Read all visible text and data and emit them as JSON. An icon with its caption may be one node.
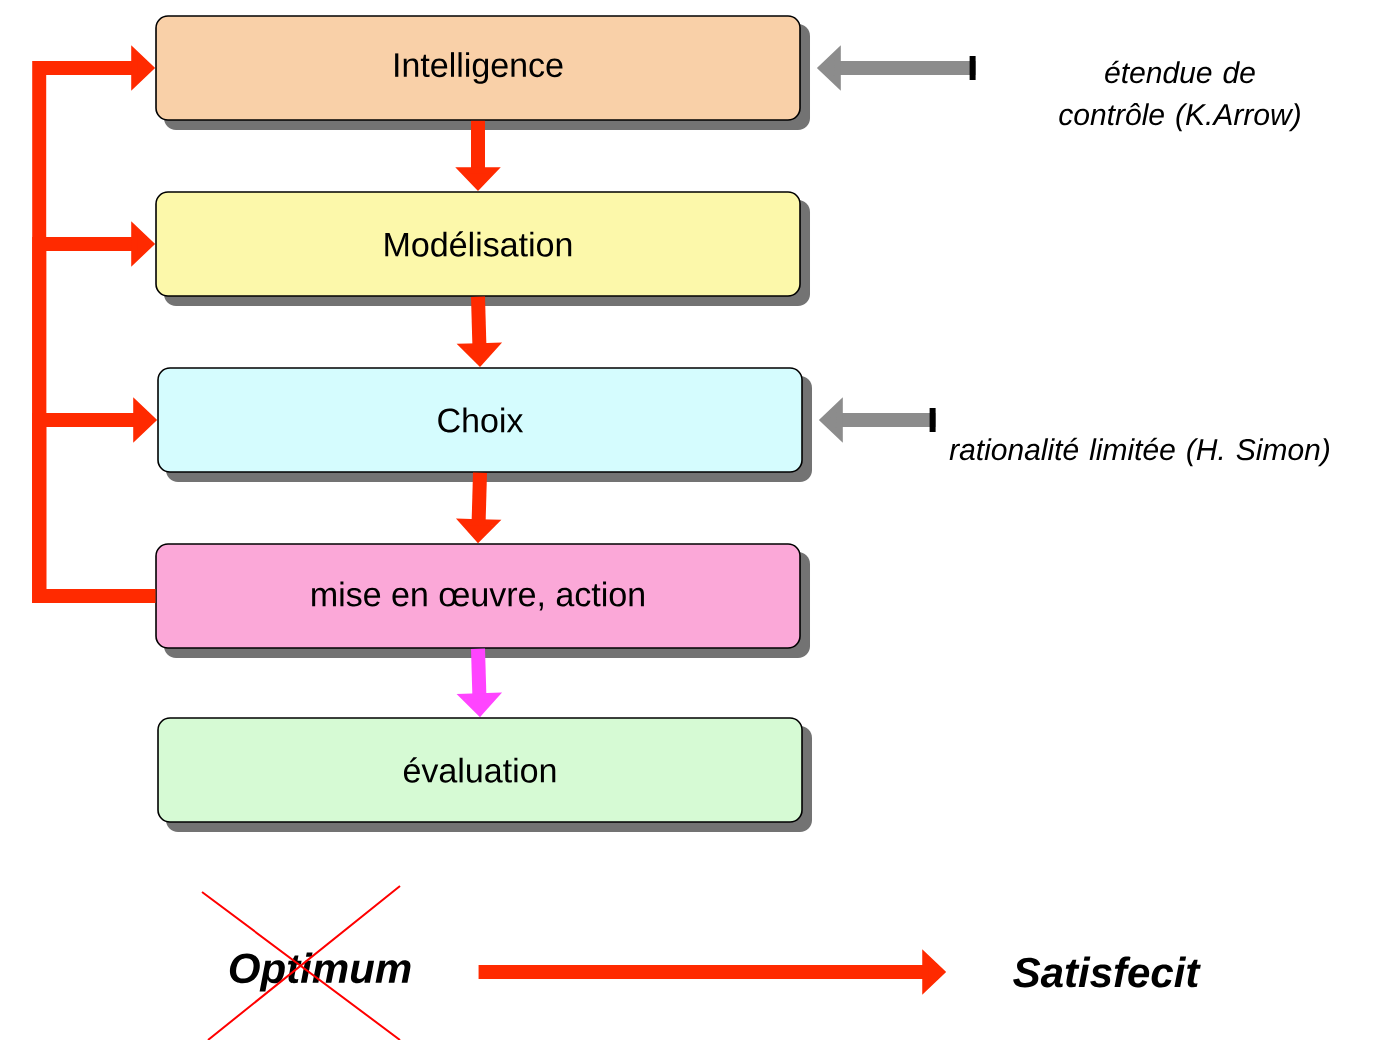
{
  "diagram": {
    "nodes": [
      {
        "text": [
          "Intelligence"
        ]
      },
      {
        "text": [
          "Modélisation"
        ]
      },
      {
        "text": [
          "Choix"
        ]
      },
      {
        "text": [
          "mise en œuvre, action"
        ]
      },
      {
        "text": [
          "évaluation"
        ]
      },
      {
        "text": [
          "étendue de contrôle (K.Arrow)"
        ]
      },
      {
        "text": [
          "rationalité limitée (H. Simon)"
        ]
      },
      {
        "text": [
          "Optimum"
        ]
      },
      {
        "text": [
          "Satisfecit"
        ]
      }
    ],
    "edges": [
      {
        "from": 0,
        "to": 1,
        "arrow": "to"
      },
      {
        "from": 1,
        "to": 2,
        "arrow": "to"
      },
      {
        "from": 2,
        "to": 3,
        "arrow": "to"
      },
      {
        "from": 3,
        "to": 4,
        "arrow": "to",
        "color": "#ff44ff"
      },
      {
        "from": 3,
        "to": 0,
        "arrow": "to"
      },
      {
        "from": 3,
        "to": 1,
        "arrow": "to"
      },
      {
        "from": 3,
        "to": 2,
        "arrow": "to"
      },
      {
        "from": 5,
        "to": 0,
        "arrow": "to",
        "color": "#8c8c8c"
      },
      {
        "from": 6,
        "to": 2,
        "arrow": "to",
        "color": "#8c8c8c"
      },
      {
        "from": 7,
        "to": 8,
        "arrow": "to"
      }
    ]
  }
}
